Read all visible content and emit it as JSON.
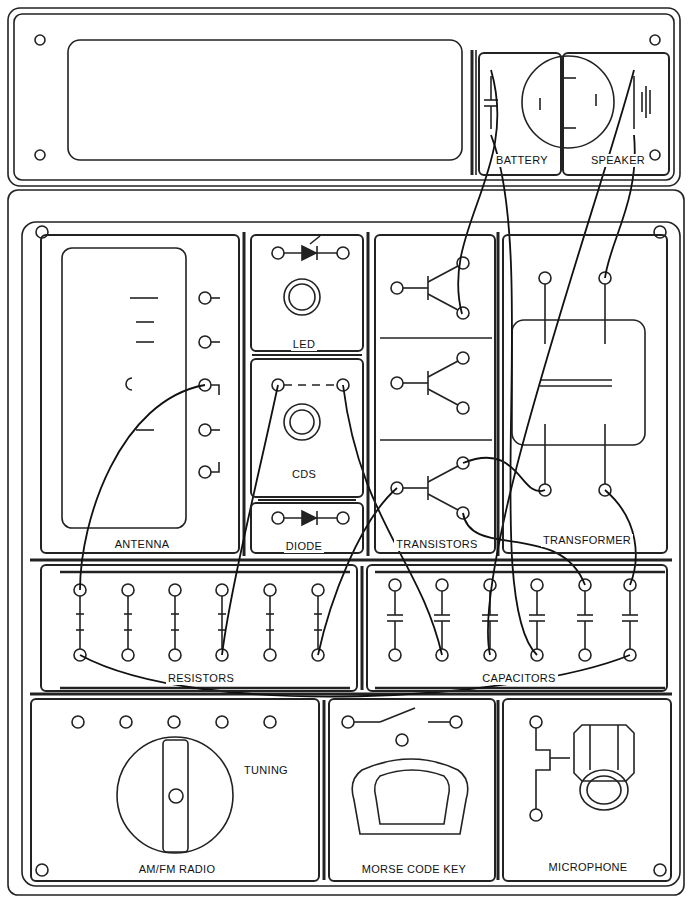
{
  "diagram": {
    "nodes": [
      {
        "text": [
          "BATTERY"
        ]
      },
      {
        "text": [
          "SPEAKER"
        ]
      },
      {
        "text": [
          "ANTENNA"
        ]
      },
      {
        "text": [
          "LED"
        ]
      },
      {
        "text": [
          "CDS"
        ]
      },
      {
        "text": [
          "DIODE"
        ]
      },
      {
        "text": [
          "TRANSISTORS"
        ]
      },
      {
        "text": [
          "TRANSFORMER"
        ]
      },
      {
        "text": [
          "RESISTORS"
        ]
      },
      {
        "text": [
          "CAPACITORS"
        ]
      },
      {
        "text": [
          "AM/FM RADIO",
          "TUNING"
        ]
      },
      {
        "text": [
          "MORSE CODE KEY"
        ]
      },
      {
        "text": [
          "MICROPHONE"
        ]
      }
    ],
    "edges": [
      {
        "from": 0,
        "to": 6,
        "arrow": "none"
      },
      {
        "from": 0,
        "to": 9,
        "arrow": "none"
      },
      {
        "from": 1,
        "to": 9,
        "arrow": "none"
      },
      {
        "from": 1,
        "to": 7,
        "arrow": "none"
      },
      {
        "from": 7,
        "to": 9,
        "arrow": "none"
      },
      {
        "from": 6,
        "to": 9,
        "arrow": "none"
      },
      {
        "from": 2,
        "to": 8,
        "arrow": "none"
      },
      {
        "from": 4,
        "to": 8,
        "arrow": "none"
      },
      {
        "from": 6,
        "to": 8,
        "arrow": "none"
      },
      {
        "from": 8,
        "to": 9,
        "arrow": "none"
      },
      {
        "from": 4,
        "to": 9,
        "arrow": "none"
      },
      {
        "from": 6,
        "to": 7,
        "arrow": "none"
      }
    ]
  }
}
